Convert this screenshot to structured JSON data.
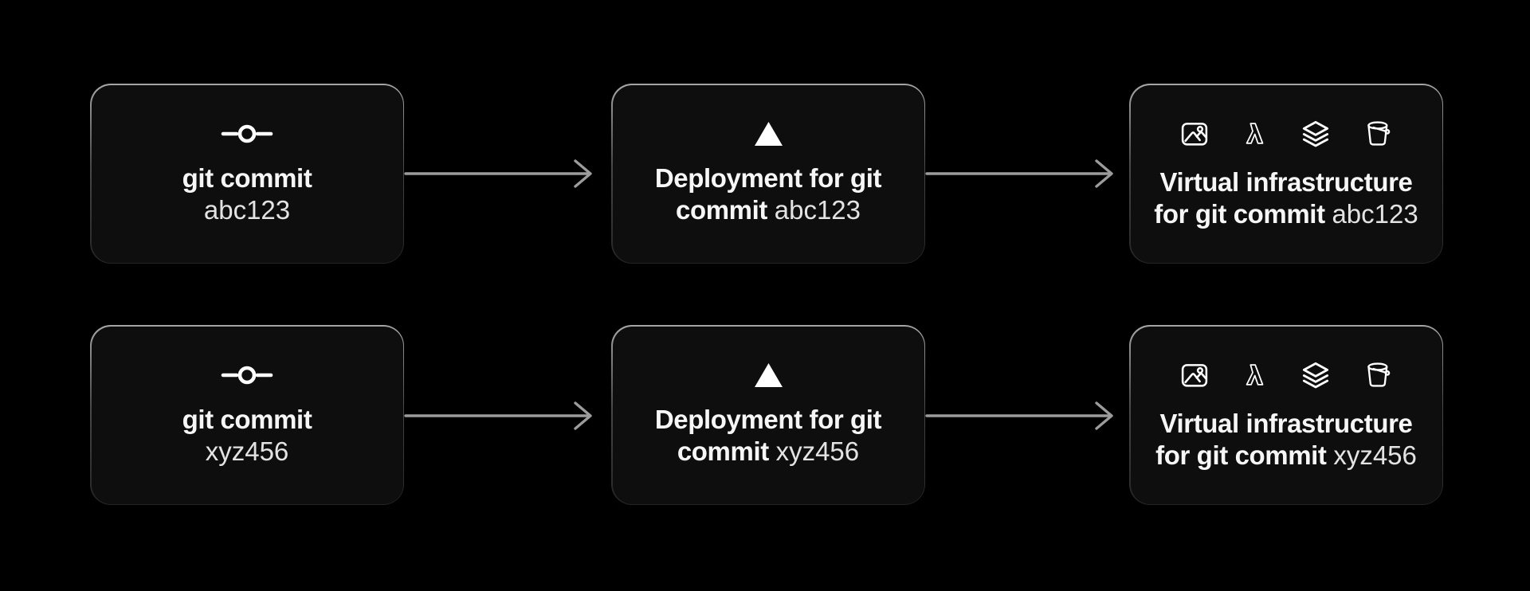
{
  "colors": {
    "background": "#000000",
    "box_bg": "#0e0e0e",
    "border_top": "#a6a6a6",
    "border_mid": "#4a4a4a",
    "border_bottom": "#242424",
    "arrow": "#9c9c9c",
    "text_bold": "#f6f6f6",
    "text_hash": "#e3e3e3",
    "icon": "#ffffff"
  },
  "rows": [
    {
      "commit": {
        "icon": "git-commit-icon",
        "title": "git commit",
        "hash": "abc123"
      },
      "deployment": {
        "icon": "vercel-triangle-icon",
        "line1": "Deployment for git",
        "line2": "commit",
        "hash": "abc123"
      },
      "infrastructure": {
        "icons": [
          "image-icon",
          "lambda-icon",
          "layers-icon",
          "bucket-icon"
        ],
        "line1": "Virtual infrastructure",
        "line2": "for git commit",
        "hash": "abc123"
      }
    },
    {
      "commit": {
        "icon": "git-commit-icon",
        "title": "git commit",
        "hash": "xyz456"
      },
      "deployment": {
        "icon": "vercel-triangle-icon",
        "line1": "Deployment for git",
        "line2": "commit",
        "hash": "xyz456"
      },
      "infrastructure": {
        "icons": [
          "image-icon",
          "lambda-icon",
          "layers-icon",
          "bucket-icon"
        ],
        "line1": "Virtual infrastructure",
        "line2": "for git commit",
        "hash": "xyz456"
      }
    }
  ]
}
